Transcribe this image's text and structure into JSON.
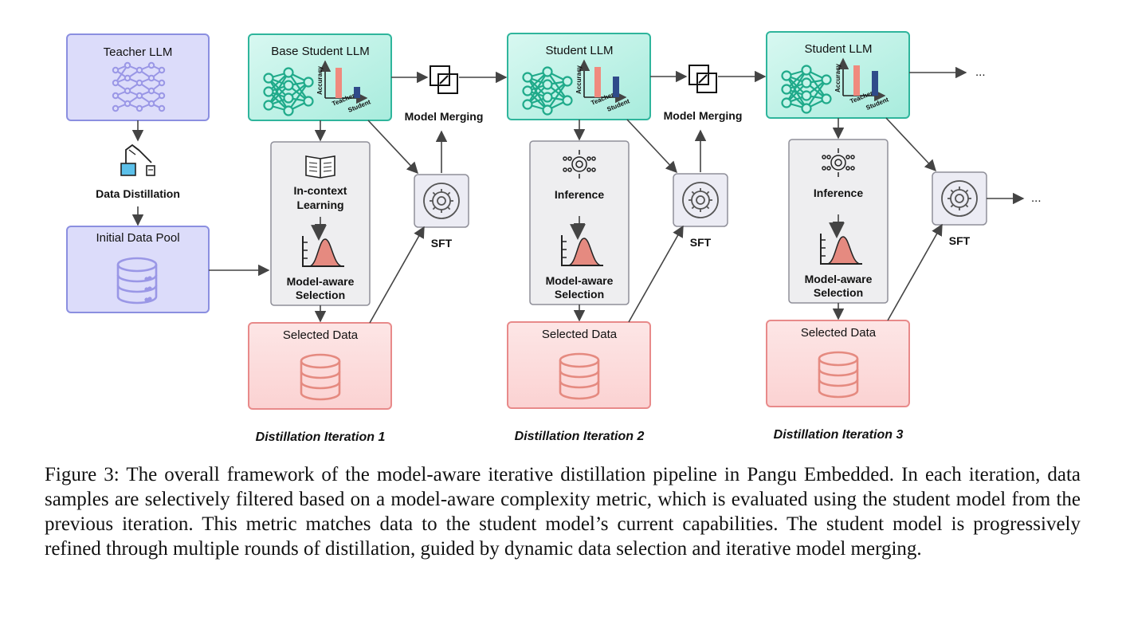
{
  "teacher": {
    "title": "Teacher LLM"
  },
  "data_distillation": {
    "label": "Data Distillation"
  },
  "initial_pool": {
    "title": "Initial Data Pool"
  },
  "mini_chart": {
    "y_label": "Accuracy",
    "x_labels": [
      "Teacher",
      "Student"
    ]
  },
  "iterations": [
    {
      "student_title": "Base Student LLM",
      "process_step": "In-context Learning",
      "selection": "Model-aware Selection",
      "selected_data": "Selected Data",
      "sft": "SFT",
      "merge": "Model Merging",
      "label": "Distillation Iteration 1"
    },
    {
      "student_title": "Student LLM",
      "process_step": "Inference",
      "selection": "Model-aware Selection",
      "selected_data": "Selected Data",
      "sft": "SFT",
      "merge": "Model Merging",
      "label": "Distillation Iteration 2"
    },
    {
      "student_title": "Student LLM",
      "process_step": "Inference",
      "selection": "Model-aware Selection",
      "selected_data": "Selected Data",
      "sft": "SFT",
      "label": "Distillation Iteration 3"
    }
  ],
  "ellipsis": "...",
  "caption": "Figure 3: The overall framework of the model-aware iterative distillation pipeline in Pangu Embedded. In each iteration, data samples are selectively filtered based on a model-aware complexity metric, which is evaluated using the student model from the previous iteration. This metric matches data to the student model’s current capabilities. The student model is progressively refined through multiple rounds of distillation, guided by dynamic data selection and iterative model merging.",
  "colors": {
    "purple_fill": "#dcdcfa",
    "purple_stroke": "#8b8fe0",
    "purple_icon": "#9a97e6",
    "teal_fill": "#b8f1e6",
    "teal_stroke": "#2fb59c",
    "teal_icon": "#1faa8a",
    "gray_fill": "#eeeef0",
    "gray_stroke": "#8f8f99",
    "red_fill": "#fcdcdc",
    "red_stroke": "#e88a8a",
    "red_icon": "#e58a80",
    "bar_teacher": "#f08a7e",
    "bar_student": "#2f4b8a",
    "arrow": "#444444"
  }
}
